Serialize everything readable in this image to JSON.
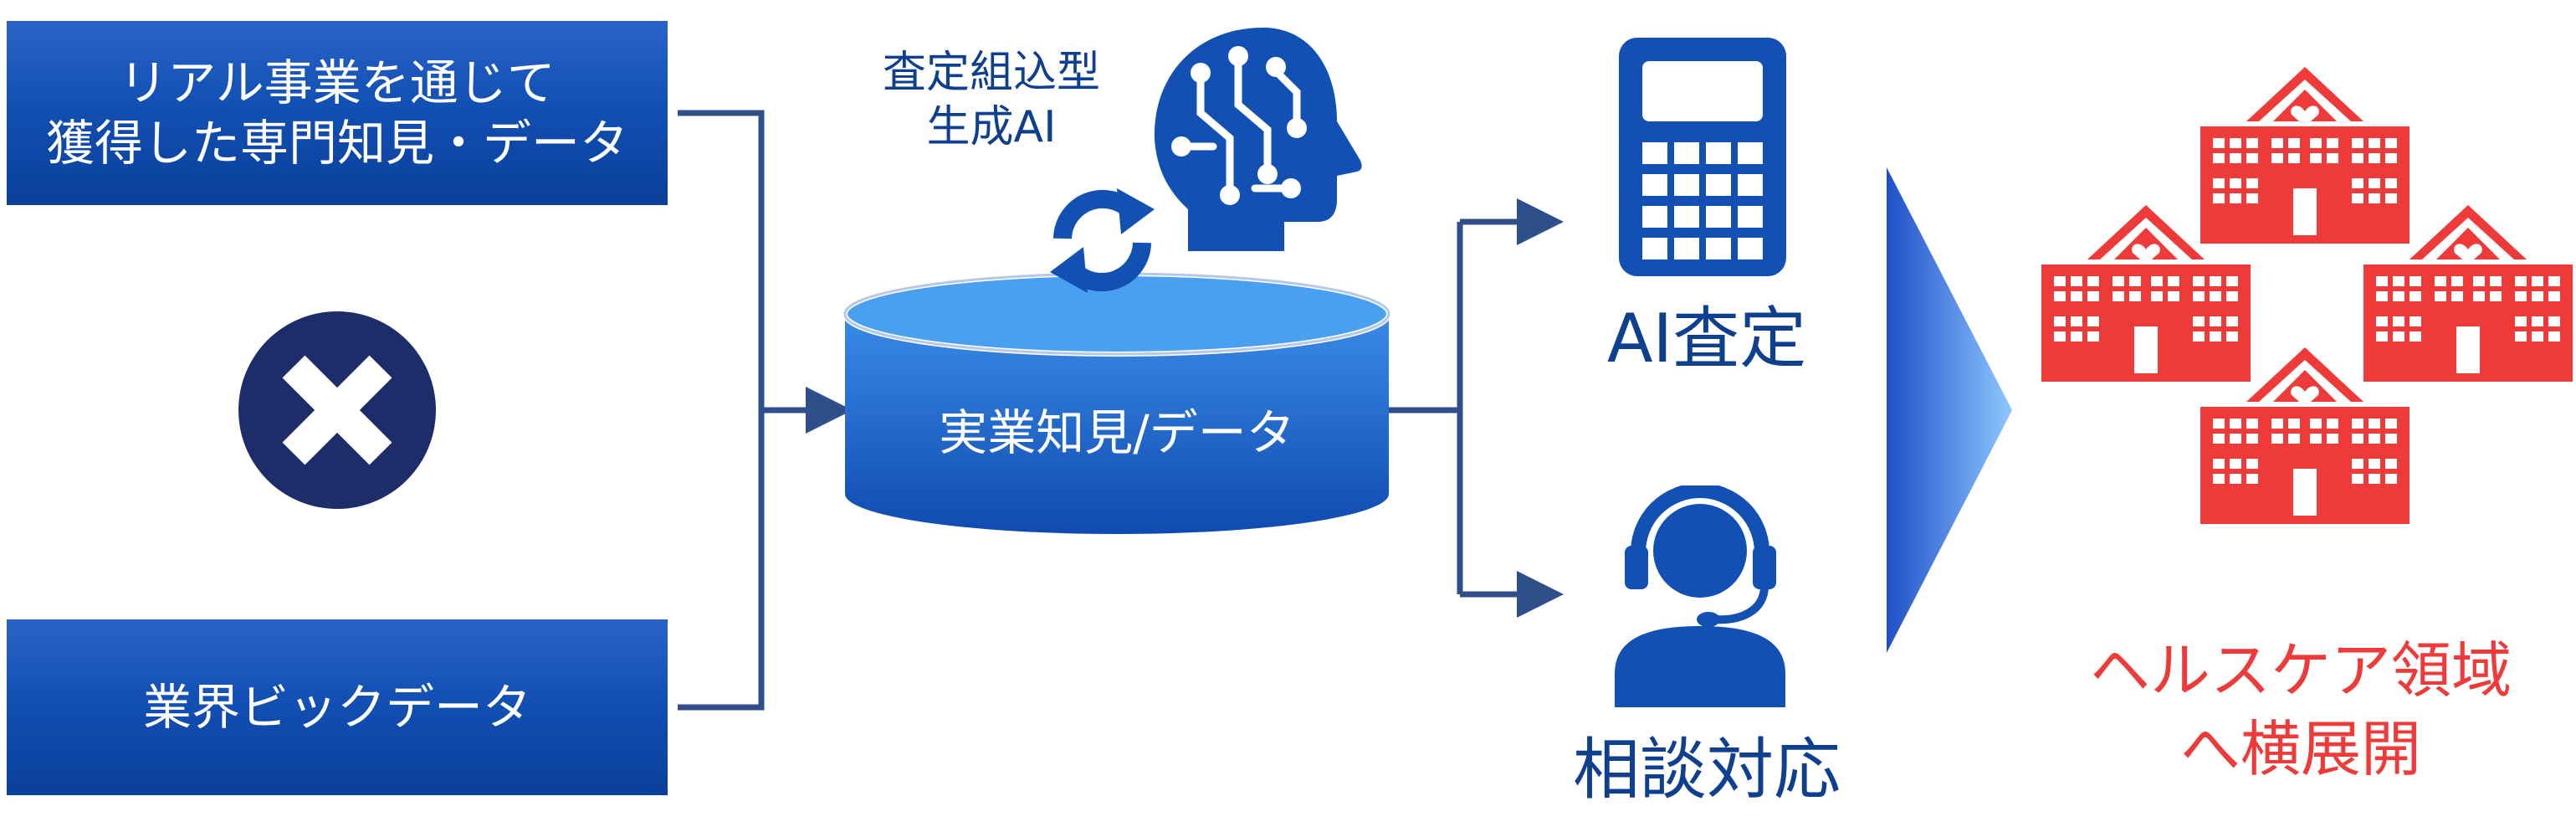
{
  "inputs": {
    "real_data_line1": "リアル事業を通じて",
    "real_data_line2": "獲得した専門知見・データ",
    "big_data": "業界ビックデータ"
  },
  "engine": {
    "ai_line1": "査定組込型",
    "ai_line2": "生成AI",
    "database": "実業知見/データ"
  },
  "outputs": {
    "ai_assessment": "AI査定",
    "consultation": "相談対応"
  },
  "result": {
    "line1": "ヘルスケア領域",
    "line2": "へ横展開"
  },
  "colors": {
    "navy": "#0f3f8f",
    "box_blue": "#1250b4",
    "arrow_blue": "#2f4f8a",
    "cross_circle": "#1d2d6a",
    "hospital_red": "#ef3a3a",
    "text_red": "#ef3a3a"
  },
  "icons": [
    "cross-icon",
    "ai-head-icon",
    "sync-icon",
    "database-icon",
    "calculator-icon",
    "operator-icon",
    "triangle-arrow-icon",
    "hospital-icon"
  ]
}
